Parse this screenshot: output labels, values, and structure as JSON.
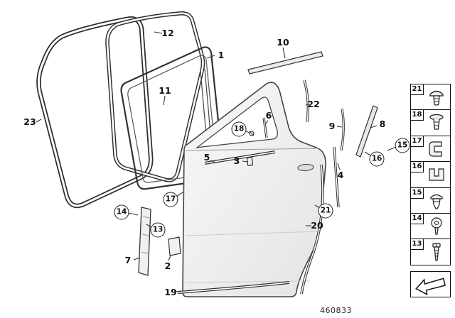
{
  "part_number": "460833",
  "callouts": [
    {
      "label": "1",
      "circled": false
    },
    {
      "label": "2",
      "circled": false
    },
    {
      "label": "3",
      "circled": false
    },
    {
      "label": "4",
      "circled": false
    },
    {
      "label": "5",
      "circled": false
    },
    {
      "label": "6",
      "circled": false
    },
    {
      "label": "7",
      "circled": false
    },
    {
      "label": "8",
      "circled": false
    },
    {
      "label": "9",
      "circled": false
    },
    {
      "label": "10",
      "circled": false
    },
    {
      "label": "11",
      "circled": false
    },
    {
      "label": "12",
      "circled": false
    },
    {
      "label": "13",
      "circled": true
    },
    {
      "label": "14",
      "circled": true
    },
    {
      "label": "15",
      "circled": true
    },
    {
      "label": "16",
      "circled": true
    },
    {
      "label": "17",
      "circled": true
    },
    {
      "label": "18",
      "circled": true
    },
    {
      "label": "19",
      "circled": false
    },
    {
      "label": "20",
      "circled": false
    },
    {
      "label": "21",
      "circled": true
    },
    {
      "label": "22",
      "circled": false
    },
    {
      "label": "23",
      "circled": false
    }
  ],
  "sidebar": {
    "items": [
      {
        "label": "21",
        "icon": "push-rivet-icon"
      },
      {
        "label": "18",
        "icon": "expanding-rivet-icon"
      },
      {
        "label": "17",
        "icon": "spring-clip-icon"
      },
      {
        "label": "16",
        "icon": "clamp-bracket-icon"
      },
      {
        "label": "15",
        "icon": "grommet-icon"
      },
      {
        "label": "14",
        "icon": "retainer-clip-icon"
      },
      {
        "label": "13",
        "icon": "tapping-screw-icon"
      }
    ],
    "arrow_icon": "direction-arrow-icon"
  }
}
